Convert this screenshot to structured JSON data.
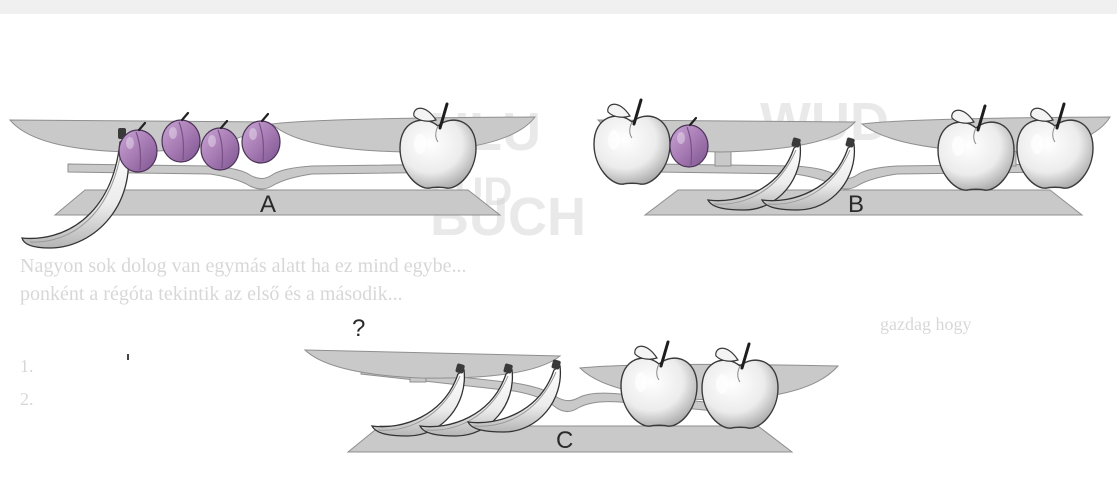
{
  "figure": {
    "title_strip": "",
    "scales": [
      {
        "id": "A",
        "label": "A",
        "left_pan": [
          "banana",
          "plum",
          "plum",
          "plum",
          "plum"
        ],
        "right_pan": [
          "apple"
        ],
        "state": "balanced"
      },
      {
        "id": "B",
        "label": "B",
        "left_pan": [
          "apple",
          "plum",
          "banana",
          "banana"
        ],
        "right_pan": [
          "apple",
          "apple"
        ],
        "state": "balanced"
      },
      {
        "id": "C",
        "label": "C",
        "question_mark": "?",
        "left_pan": [
          "banana",
          "banana",
          "banana"
        ],
        "right_pan": [
          "apple",
          "apple"
        ],
        "state": "tilted"
      }
    ]
  },
  "colors": {
    "plum": "#a77bb4",
    "scale_gray": "#c7c7c7",
    "fruit_white": "#f1f1f1",
    "outline": "#333333"
  },
  "icons": {
    "banana": "banana-icon",
    "plum": "plum-icon",
    "apple": "apple-icon"
  }
}
